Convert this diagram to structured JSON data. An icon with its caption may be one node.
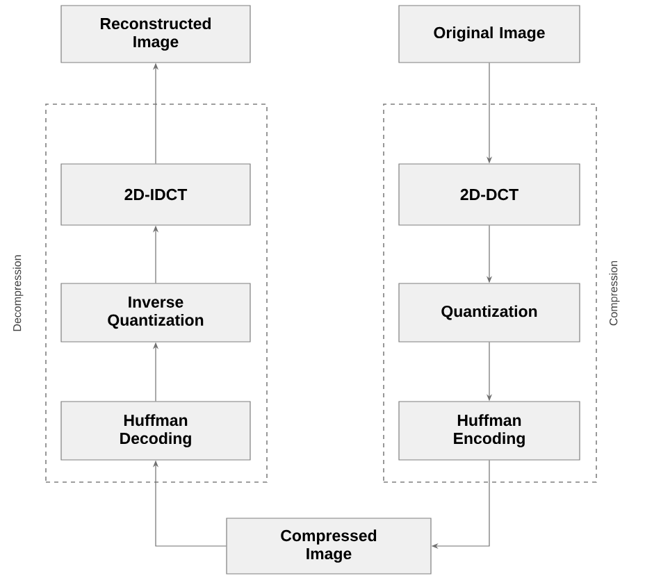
{
  "diagram": {
    "nodes": [
      {
        "text": [
          "Reconstructed Image"
        ]
      },
      {
        "text": [
          "Decompression"
        ]
      },
      {
        "text": [
          "2D-IDCT"
        ],
        "in": 1
      },
      {
        "text": [
          "Inverse Quantization"
        ],
        "in": 1
      },
      {
        "text": [
          "Huffman Decoding"
        ],
        "in": 1
      },
      {
        "text": [
          "Original Image"
        ]
      },
      {
        "text": [
          "Compression"
        ]
      },
      {
        "text": [
          "2D-DCT"
        ],
        "in": 6
      },
      {
        "text": [
          "Quantization"
        ],
        "in": 6
      },
      {
        "text": [
          "Huffman Encoding"
        ],
        "in": 6
      },
      {
        "text": [
          "Compressed Image"
        ]
      }
    ],
    "edges": [
      {
        "from": 10,
        "to": 4,
        "arrow": "to"
      },
      {
        "from": 4,
        "to": 3,
        "arrow": "to"
      },
      {
        "from": 3,
        "to": 2,
        "arrow": "to"
      },
      {
        "from": 2,
        "to": 0,
        "arrow": "to"
      },
      {
        "from": 5,
        "to": 7,
        "arrow": "to"
      },
      {
        "from": 7,
        "to": 8,
        "arrow": "to"
      },
      {
        "from": 8,
        "to": 9,
        "arrow": "to"
      },
      {
        "from": 9,
        "to": 10,
        "arrow": "to"
      }
    ]
  }
}
